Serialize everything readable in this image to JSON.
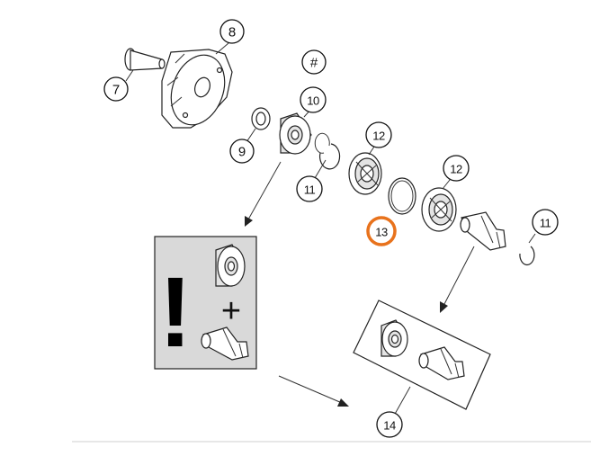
{
  "callouts": [
    {
      "id": "7",
      "label": "7"
    },
    {
      "id": "8",
      "label": "8"
    },
    {
      "id": "hash",
      "label": "#"
    },
    {
      "id": "10",
      "label": "10"
    },
    {
      "id": "9",
      "label": "9"
    },
    {
      "id": "12a",
      "label": "12"
    },
    {
      "id": "11a",
      "label": "11"
    },
    {
      "id": "12b",
      "label": "12"
    },
    {
      "id": "13",
      "label": "13",
      "highlight_color": "#e8721c"
    },
    {
      "id": "11b",
      "label": "11"
    },
    {
      "id": "14",
      "label": "14"
    }
  ],
  "warning_box": {
    "symbol": "!",
    "plus": "+",
    "background": "#d9d9d9"
  },
  "colors": {
    "line": "#222222",
    "highlight": "#e8721c",
    "box_fill": "#d9d9d9"
  }
}
